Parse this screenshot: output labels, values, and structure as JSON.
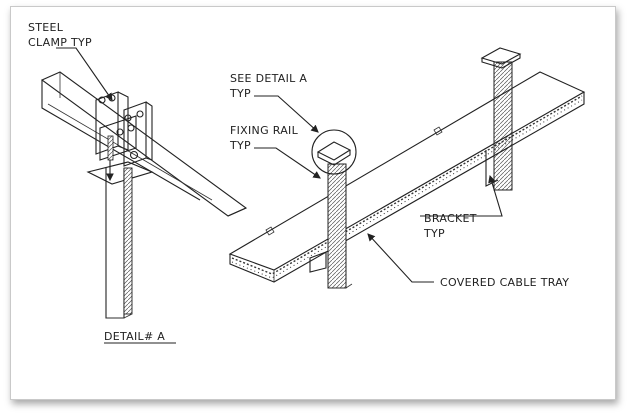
{
  "labels": {
    "steel_clamp_1": "STEEL",
    "steel_clamp_2": "CLAMP TYP",
    "see_detail_1": "SEE DETAIL A",
    "see_detail_2": "TYP",
    "fixing_rail_1": "FIXING RAIL",
    "fixing_rail_2": "TYP",
    "bracket_1": "BRACKET",
    "bracket_2": "TYP",
    "covered_cable_tray": "COVERED CABLE TRAY",
    "detail_a": "DETAIL# A"
  },
  "colors": {
    "line": "#222222",
    "frame_border": "#c9c9c9"
  }
}
